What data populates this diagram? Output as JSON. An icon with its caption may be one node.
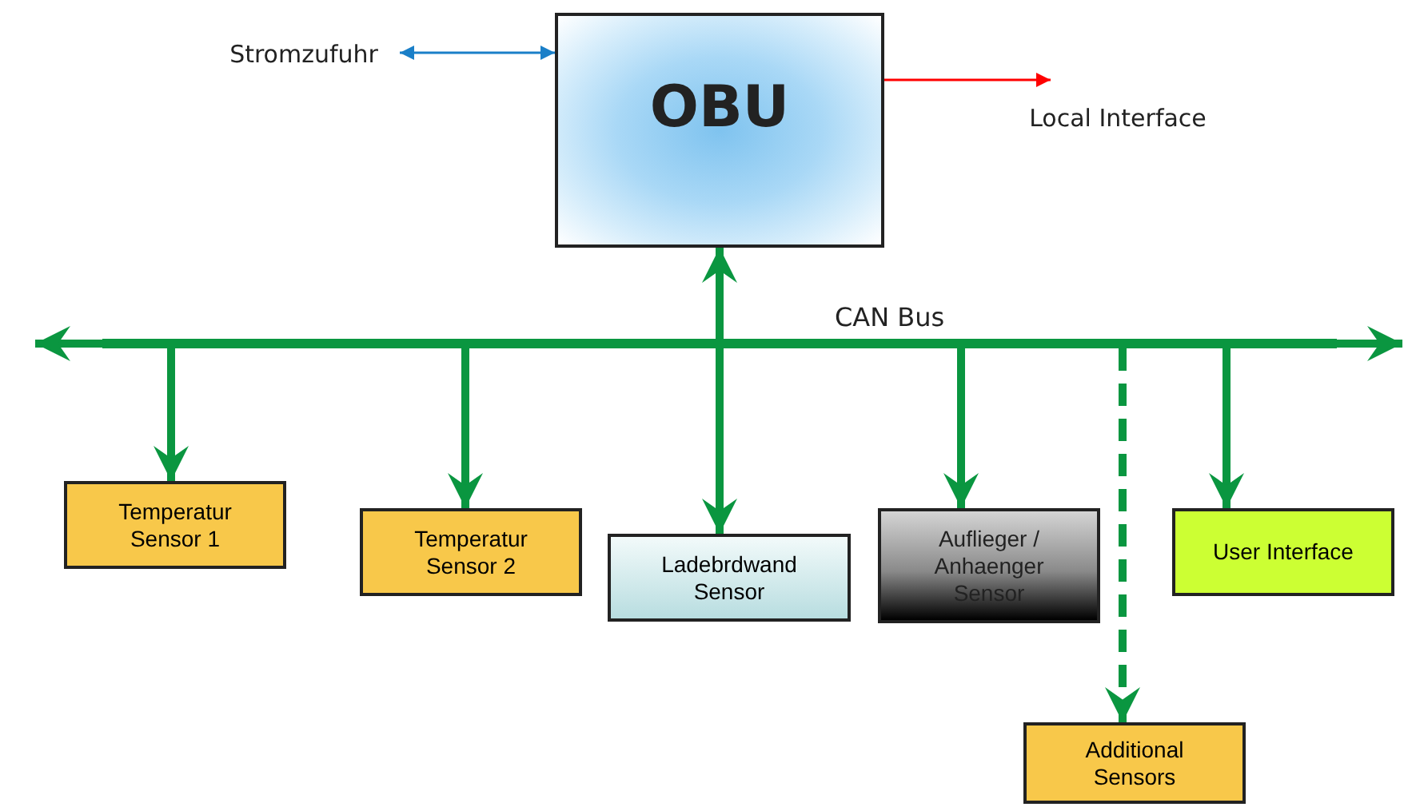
{
  "diagram": {
    "nodes": [
      {
        "text": [
          "OBU"
        ]
      },
      {
        "text": [
          "Stromzufuhr"
        ]
      },
      {
        "text": [
          "Local Interface"
        ]
      },
      {
        "text": [],
        "shape": "bar",
        "beside": [
          "CAN Bus"
        ]
      },
      {
        "text": [
          "Temperatur Sensor 1"
        ]
      },
      {
        "text": [
          "Temperatur Sensor 2"
        ]
      },
      {
        "text": [
          "Ladebrdwand Sensor"
        ]
      },
      {
        "text": [
          "Auflieger / Anhaenger Sensor"
        ]
      },
      {
        "text": [
          "User Interface"
        ]
      },
      {
        "text": [
          "Additional Sensors"
        ]
      }
    ],
    "edges": [
      {
        "from": 1,
        "to": 0,
        "arrow": "both",
        "color": "#1a7fc8"
      },
      {
        "from": 0,
        "to": 2,
        "arrow": "to",
        "color": "#ff0000"
      },
      {
        "from": 3,
        "to": null,
        "arrow": "to"
      },
      {
        "from": 3,
        "to": null,
        "arrow": "to"
      },
      {
        "from": 3,
        "to": 0,
        "arrow": "to"
      },
      {
        "from": 3,
        "to": 4,
        "arrow": "to"
      },
      {
        "from": 3,
        "to": 5,
        "arrow": "to"
      },
      {
        "from": 3,
        "to": 6,
        "arrow": "to"
      },
      {
        "from": 3,
        "to": 7,
        "arrow": "to"
      },
      {
        "from": 3,
        "to": 9,
        "arrow": "to",
        "style": "dashed"
      },
      {
        "from": 3,
        "to": 8,
        "arrow": "to"
      }
    ]
  }
}
